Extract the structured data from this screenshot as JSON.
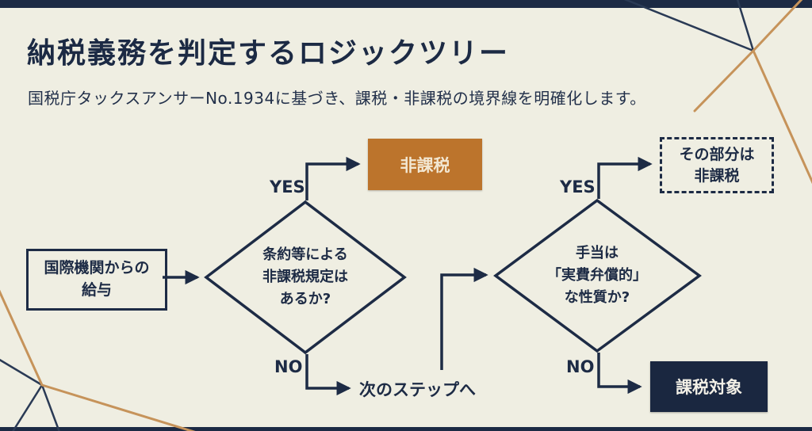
{
  "header": {
    "title": "納税義務を判定するロジックツリー",
    "subtitle": "国税庁タックスアンサーNo.1934に基づき、課税・非課税の境界線を明確化します。"
  },
  "flowchart": {
    "start": {
      "label": "国際機関からの\n給与"
    },
    "decision1": {
      "question": "条約等による\n非課税規定は\nあるか?",
      "yes_label": "YES",
      "no_label": "NO",
      "yes_result": "非課税",
      "no_result": "次のステップへ"
    },
    "decision2": {
      "question": "手当は\n「実費弁償的」\nな性質か?",
      "yes_label": "YES",
      "no_label": "NO",
      "yes_result": "その部分は\n非課税",
      "no_result": "課税対象"
    }
  },
  "colors": {
    "background": "#efeee2",
    "navy": "#1d2b45",
    "accent_orange": "#bc742c",
    "decor_tan": "#c6935a",
    "dark_panel": "#1a2740",
    "cream_text": "#f2e7d2"
  }
}
